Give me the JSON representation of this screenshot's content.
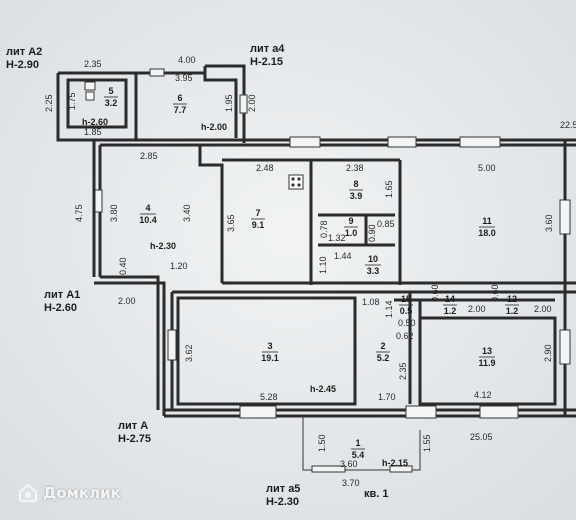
{
  "watermark": {
    "text": "Домклик",
    "icon": "house-logo-icon"
  },
  "sheet_label": "кв. 1",
  "edge_label": "22.5",
  "lits": [
    {
      "name": "лит А2",
      "h": "H-2.90"
    },
    {
      "name": "лит а4",
      "h": "H-2.15"
    },
    {
      "name": "лит А1",
      "h": "H-2.60"
    },
    {
      "name": "лит А",
      "h": "H-2.75"
    },
    {
      "name": "лит а5",
      "h": "H-2.30"
    }
  ],
  "rooms": [
    {
      "no": "5",
      "area": "3.2"
    },
    {
      "no": "6",
      "area": "7.7"
    },
    {
      "no": "4",
      "area": "10.4"
    },
    {
      "no": "7",
      "area": "9.1"
    },
    {
      "no": "8",
      "area": "3.9"
    },
    {
      "no": "9",
      "area": "1.0"
    },
    {
      "no": "10",
      "area": "3.3"
    },
    {
      "no": "11",
      "area": "18.0"
    },
    {
      "no": "3",
      "area": "19.1"
    },
    {
      "no": "2",
      "area": "5.2"
    },
    {
      "no": "15",
      "area": "0.5"
    },
    {
      "no": "14",
      "area": "1.2"
    },
    {
      "no": "12",
      "area": "1.2"
    },
    {
      "no": "13",
      "area": "11.9"
    },
    {
      "no": "1",
      "area": "5.4"
    }
  ],
  "heights": [
    "h-2.60",
    "h-2.00",
    "h-2.30",
    "h-2.45",
    "h-2.15"
  ],
  "dims": [
    "2.35",
    "4.00",
    "3.95",
    "2.25",
    "1.75",
    "1.95",
    "2.00",
    "1.85",
    "2.85",
    "4.75",
    "3.80",
    "3.40",
    "0.40",
    "1.20",
    "2.00",
    "2.48",
    "2.38",
    "5.00",
    "1.65",
    "3.65",
    "0.78",
    "1.32",
    "0.90",
    "0.85",
    "1.44",
    "1.10",
    "3.60",
    "1.08",
    "0.60",
    "2.00",
    "0.60",
    "2.00",
    "1.14",
    "0.50",
    "0.62",
    "3.62",
    "2.35",
    "2.90",
    "5.28",
    "1.70",
    "4.12",
    "25.05",
    "1.50",
    "1.55",
    "3.60",
    "3.70"
  ]
}
